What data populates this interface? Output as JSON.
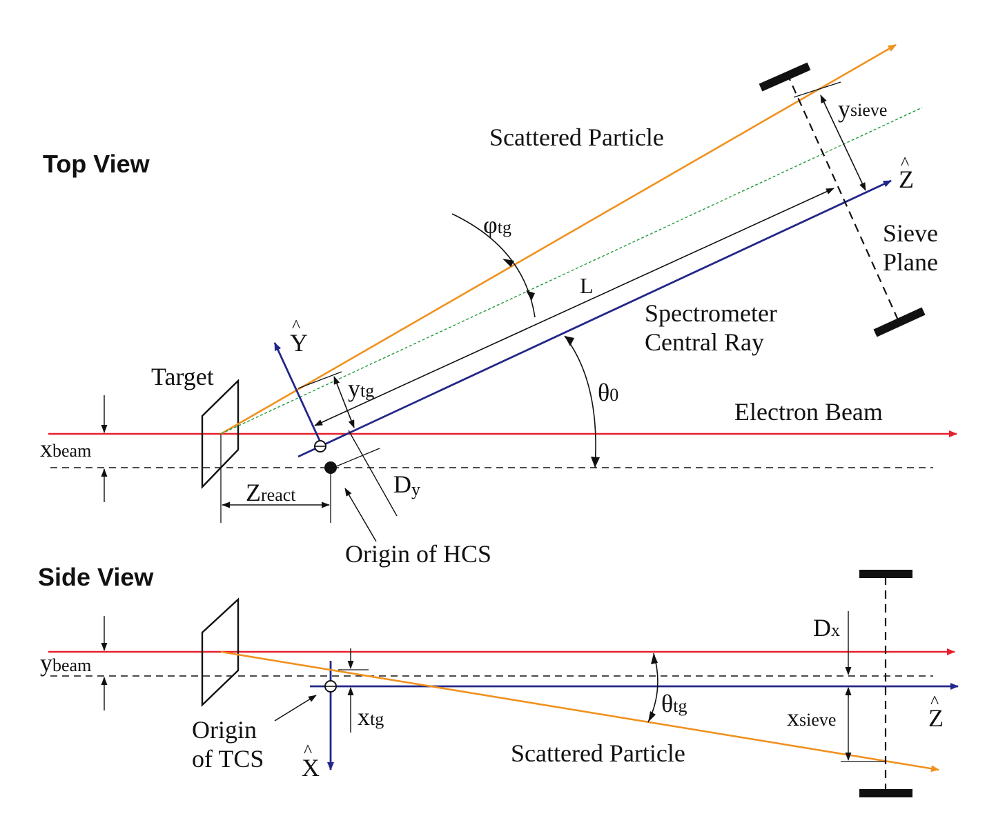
{
  "labels": {
    "top_view": "Top View",
    "side_view": "Side View",
    "scattered_particle_top": "Scattered Particle",
    "scattered_particle_side": "Scattered Particle",
    "y_sieve_main": "y",
    "y_sieve_sub": "sieve",
    "z_hat_top": "Z",
    "z_hat_side": "Z",
    "hat": "^",
    "sieve": "Sieve",
    "plane": "Plane",
    "phi_main": "φ",
    "phi_sub": "tg",
    "L": "L",
    "spectrometer": "Spectrometer",
    "central_ray": "Central Ray",
    "y_hat": "Y",
    "x_hat": "X",
    "target": "Target",
    "y_tg_main": "y",
    "y_tg_sub": "tg",
    "theta0_main": "θ",
    "theta0_sub": "0",
    "electron_beam": "Electron Beam",
    "x_beam_main": "x",
    "x_beam_sub": "beam",
    "z_react_main": "Z",
    "z_react_sub": "react",
    "dy_main": "D",
    "dy_sub": "y",
    "origin_hcs": "Origin of  HCS",
    "y_beam_main": "y",
    "y_beam_sub": "beam",
    "dx_main": "D",
    "dx_sub": "x",
    "theta_tg_main": "θ",
    "theta_tg_sub": "tg",
    "x_tg_main": "x",
    "x_tg_sub": "tg",
    "x_sieve_main": "x",
    "x_sieve_sub": "sieve",
    "origin": "Origin",
    "of_tcs": "of TCS"
  },
  "colors": {
    "beam": "#e8202e",
    "scattered": "#f0911e",
    "central_ray": "#232787",
    "dashed_green": "#1f9a3c",
    "black": "#111111"
  }
}
